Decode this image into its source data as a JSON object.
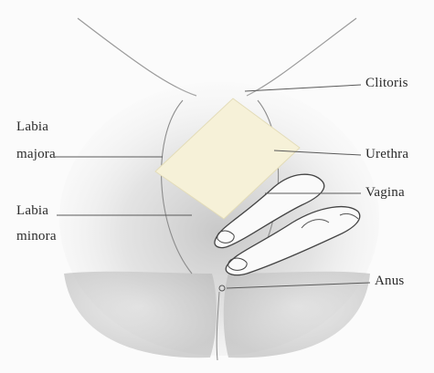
{
  "labels": {
    "clitoris": "Clitoris",
    "urethra": "Urethra",
    "vagina": "Vagina",
    "anus": "Anus",
    "labia_majora_1": "Labia",
    "labia_majora_2": "majora",
    "labia_minora_1": "Labia",
    "labia_minora_2": "minora"
  },
  "colors": {
    "paper": "#fbfbfb",
    "shading": "#bdbdbd",
    "line": "#5a5a5a",
    "sticky_note": "#f6f1d8"
  }
}
